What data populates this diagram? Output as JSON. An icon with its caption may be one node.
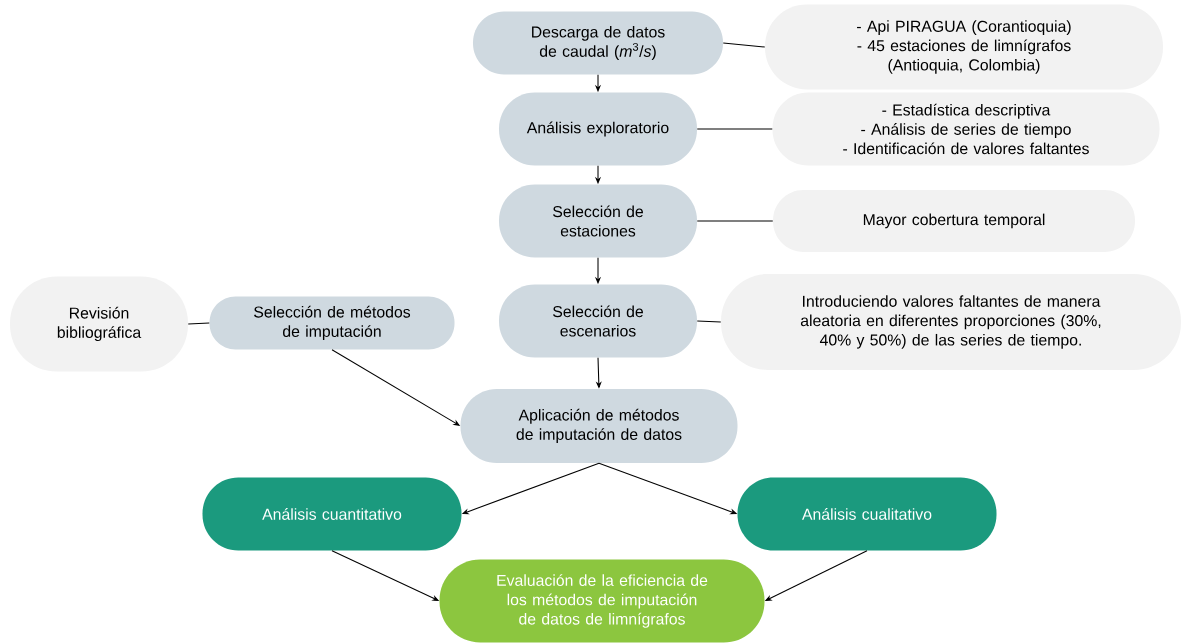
{
  "diagram": {
    "nodes": [
      {
        "text": [
          "Descarga de datos de caudal (*m*$^{3}$/*s*)"
        ]
      },
      {
        "text": [
          "- Api PIRAGUA (Corantioquia)",
          "- 45 estaciones de limnígrafos (Antioquia, Colombia)"
        ]
      },
      {
        "text": [
          "Análisis exploratorio"
        ]
      },
      {
        "text": [
          "- Estadística descriptiva",
          "- Análisis de series de tiempo",
          "- Identificación de valores faltantes"
        ]
      },
      {
        "text": [
          "Selección de estaciones"
        ]
      },
      {
        "text": [
          "Mayor cobertura temporal"
        ]
      },
      {
        "text": [
          "Revisión bibliográfica"
        ]
      },
      {
        "text": [
          "Selección de métodos de imputación"
        ]
      },
      {
        "text": [
          "Selección de escenarios"
        ]
      },
      {
        "text": [
          "Introduciendo valores faltantes de manera aleatoria en diferentes proporciones (30%, 40% y 50%) de las series de tiempo."
        ]
      },
      {
        "text": [
          "Aplicación de métodos de imputación de datos"
        ]
      },
      {
        "text": [
          "Análisis cuantitativo"
        ]
      },
      {
        "text": [
          "Análisis cualitativo"
        ]
      },
      {
        "text": [
          "Evaluación de la eficiencia de los métodos de imputación de datos de limnígrafos"
        ]
      }
    ],
    "edges": [
      {
        "from": 0,
        "to": 1,
        "arrow": "none"
      },
      {
        "from": 0,
        "to": 2,
        "arrow": "to"
      },
      {
        "from": 2,
        "to": 3,
        "arrow": "none"
      },
      {
        "from": 2,
        "to": 4,
        "arrow": "to"
      },
      {
        "from": 4,
        "to": 5,
        "arrow": "none"
      },
      {
        "from": 4,
        "to": 8,
        "arrow": "to"
      },
      {
        "from": 6,
        "to": 7,
        "arrow": "none"
      },
      {
        "from": 7,
        "to": 10,
        "arrow": "to"
      },
      {
        "from": 8,
        "to": 9,
        "arrow": "none"
      },
      {
        "from": 8,
        "to": 10,
        "arrow": "to"
      },
      {
        "from": 10,
        "to": 11,
        "arrow": "to"
      },
      {
        "from": 10,
        "to": 12,
        "arrow": "to"
      },
      {
        "from": 11,
        "to": 13,
        "arrow": "to"
      },
      {
        "from": 12,
        "to": 13,
        "arrow": "to"
      }
    ]
  }
}
